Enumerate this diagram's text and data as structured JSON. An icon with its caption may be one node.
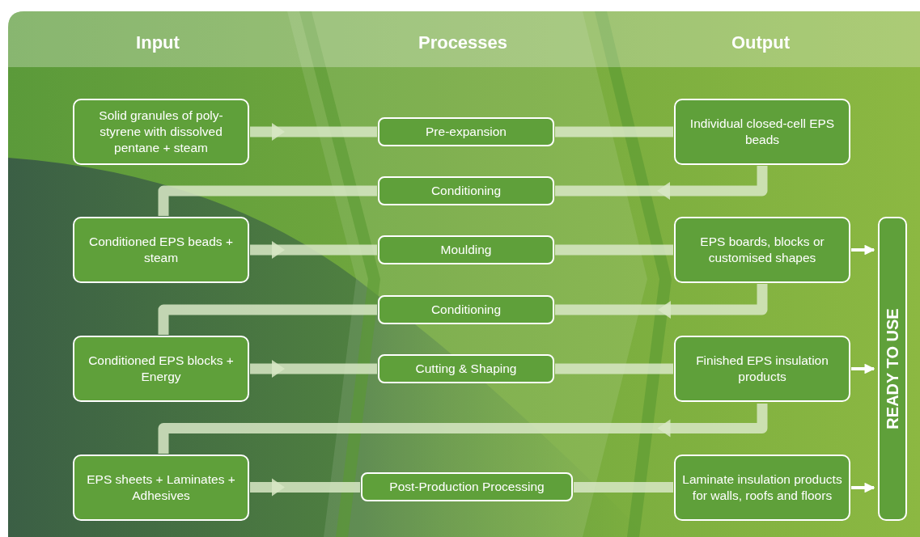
{
  "diagram": {
    "nodes": [
      {
        "text": [
          "Solid granules of poly-styrene with dissolved pentane + steam"
        ]
      },
      {
        "text": [
          "Pre-expansion"
        ]
      },
      {
        "text": [
          "Individual closed-cell EPS beads"
        ]
      },
      {
        "text": [
          "Conditioning"
        ]
      },
      {
        "text": [
          "Conditioned EPS beads + steam"
        ]
      },
      {
        "text": [
          "Moulding"
        ]
      },
      {
        "text": [
          "EPS boards, blocks or customised shapes"
        ]
      },
      {
        "text": [
          "Conditioning"
        ]
      },
      {
        "text": [
          "Conditioned EPS blocks + Energy"
        ]
      },
      {
        "text": [
          "Cutting & Shaping"
        ]
      },
      {
        "text": [
          "Finished EPS insulation products"
        ]
      },
      {
        "text": [
          "EPS sheets + Laminates + Adhesives"
        ]
      },
      {
        "text": [
          "Post-Production Processing"
        ]
      },
      {
        "text": [
          "Laminate insulation products for walls, roofs and floors"
        ]
      },
      {
        "text": [
          "READY TO USE"
        ]
      }
    ],
    "edges": [
      {
        "from": 0,
        "to": 1,
        "arrow": "to"
      },
      {
        "from": 1,
        "to": 2,
        "arrow": "none"
      },
      {
        "from": 2,
        "to": 3,
        "arrow": "to"
      },
      {
        "from": 3,
        "to": 4,
        "arrow": "none"
      },
      {
        "from": 4,
        "to": 5,
        "arrow": "to"
      },
      {
        "from": 5,
        "to": 6,
        "arrow": "none"
      },
      {
        "from": 6,
        "to": 7,
        "arrow": "to"
      },
      {
        "from": 7,
        "to": 8,
        "arrow": "none"
      },
      {
        "from": 8,
        "to": 9,
        "arrow": "to"
      },
      {
        "from": 9,
        "to": 10,
        "arrow": "none"
      },
      {
        "from": 10,
        "to": 11,
        "arrow": "to"
      },
      {
        "from": 11,
        "to": 12,
        "arrow": "to"
      },
      {
        "from": 12,
        "to": 13,
        "arrow": "none"
      },
      {
        "from": 6,
        "to": 14,
        "arrow": "to",
        "color": "#ffffff"
      },
      {
        "from": 10,
        "to": 14,
        "arrow": "to",
        "color": "#ffffff"
      },
      {
        "from": 13,
        "to": 14,
        "arrow": "to",
        "color": "#ffffff"
      }
    ],
    "labels": [
      "Input",
      "Processes",
      "Output"
    ]
  }
}
